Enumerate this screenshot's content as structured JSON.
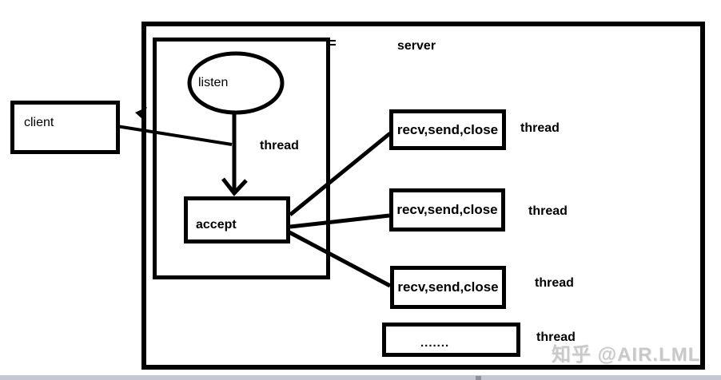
{
  "diagram": {
    "server_label": "server",
    "client_label": "client",
    "listen_label": "listen",
    "accept_label": "accept",
    "listener_thread_label": "thread",
    "workers": [
      {
        "box_label": "recv,send,close",
        "thread_label": "thread"
      },
      {
        "box_label": "recv,send,close",
        "thread_label": "thread"
      },
      {
        "box_label": "recv,send,close",
        "thread_label": "thread"
      }
    ],
    "more_workers": {
      "box_label": ".......",
      "thread_label": "thread"
    },
    "watermark": "知乎 @AIR.LML",
    "colors": {
      "line": "#000000",
      "watermark": "#c9c9c9",
      "bottom_strip": "#c3c8d2"
    }
  }
}
